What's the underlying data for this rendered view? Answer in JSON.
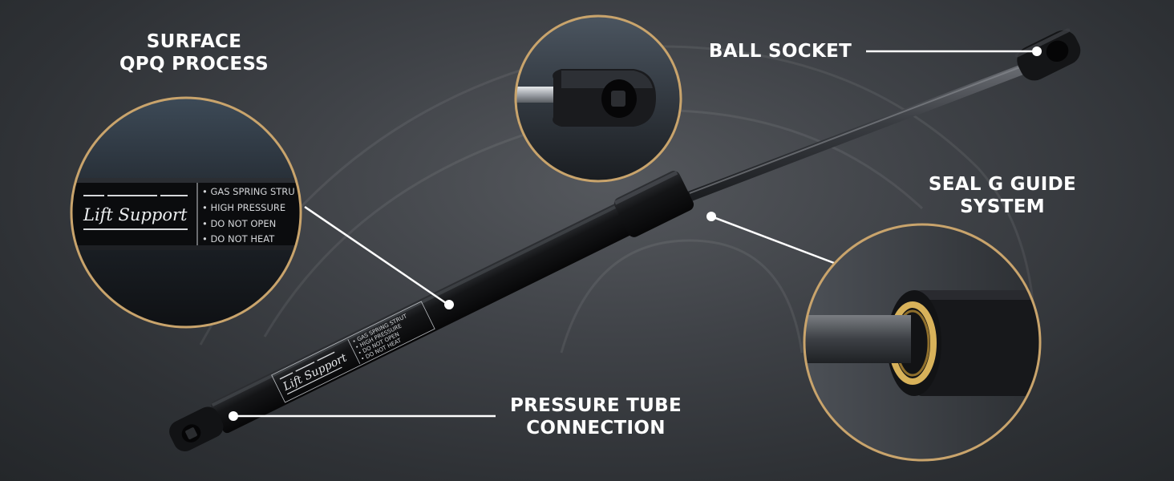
{
  "callouts": {
    "surface": {
      "line1": "SURFACE",
      "line2": "QPQ PROCESS"
    },
    "ball_socket": {
      "text": "BALL SOCKET"
    },
    "seal": {
      "line1": "SEAL G GUIDE",
      "line2": "SYSTEM"
    },
    "pressure": {
      "line1": "PRESSURE TUBE",
      "line2": "CONNECTION"
    }
  },
  "strut_label": {
    "brand": "Lift Support",
    "warnings": [
      "• GAS SPRING STRUT",
      "• HIGH PRESSURE",
      "• DO NOT OPEN",
      "• DO NOT HEAT"
    ]
  },
  "zoom_label": {
    "brand": "Lift Support",
    "warnings": [
      "• GAS SPRING STRU",
      "• HIGH PRESSURE",
      "• DO NOT OPEN",
      "• DO NOT HEAT"
    ]
  },
  "colors": {
    "circle_border": "#c9a46c",
    "seal_ring": "#d8b25a"
  }
}
